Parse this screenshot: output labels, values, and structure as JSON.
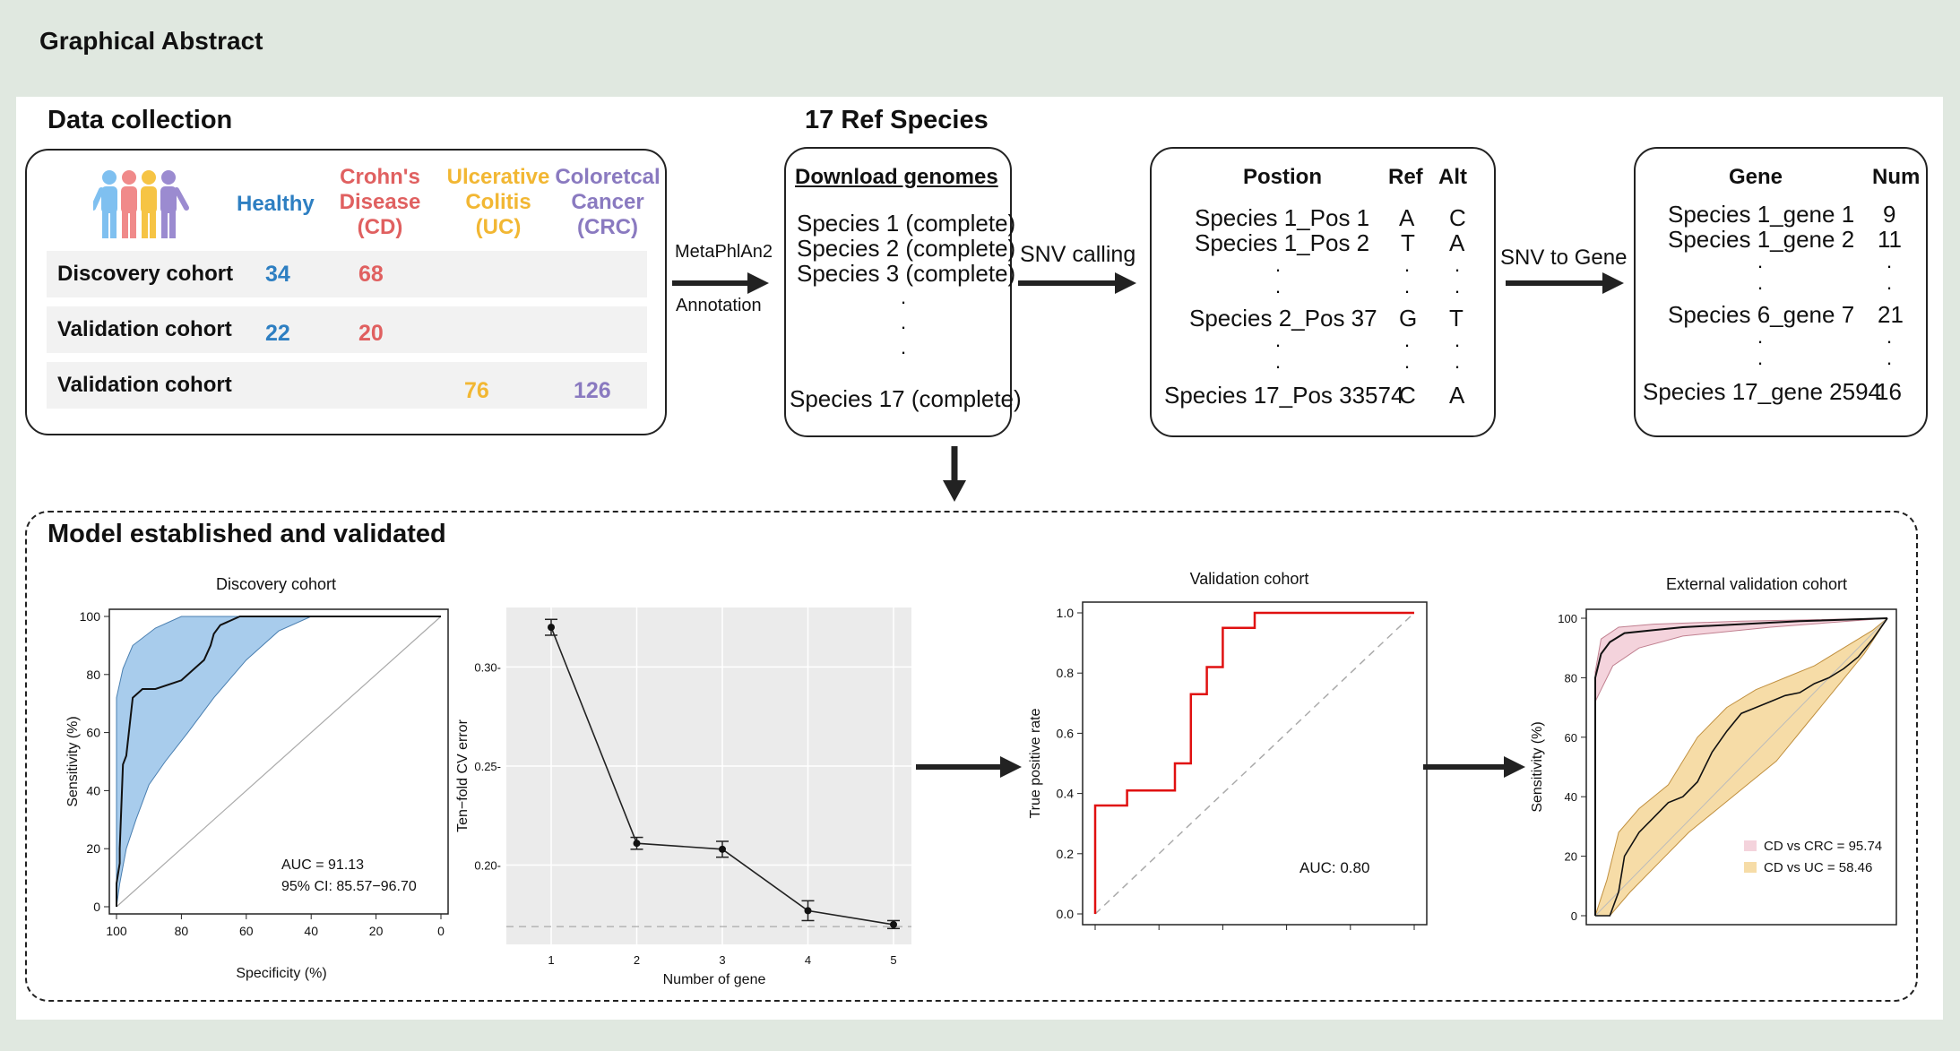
{
  "header": "Graphical Abstract",
  "colors": {
    "healthy": "#2e7fc2",
    "cd": "#e06060",
    "uc": "#f2b733",
    "crc": "#8a7ac0",
    "arrow": "#222",
    "roc_fill": "#a8ccec",
    "roc_red": "#e01010",
    "pink_fill": "#f4d3dc",
    "orange_fill": "#f6dca7"
  },
  "data_collection": {
    "title": "Data collection",
    "icon": "people-icon",
    "columns": [
      {
        "lines": [
          "Healthy"
        ]
      },
      {
        "lines": [
          "Crohn's",
          "Disease",
          "(CD)"
        ]
      },
      {
        "lines": [
          "Ulcerative",
          "Colitis",
          "(UC)"
        ]
      },
      {
        "lines": [
          "Coloretcal",
          "Cancer",
          "(CRC)"
        ]
      }
    ],
    "rows": [
      {
        "label": "Discovery cohort",
        "healthy": "34",
        "cd": "68",
        "uc": "",
        "crc": ""
      },
      {
        "label": "Validation cohort",
        "healthy": "22",
        "cd": "20",
        "uc": "",
        "crc": ""
      },
      {
        "label": "Validation cohort",
        "healthy": "",
        "cd": "",
        "uc": "76",
        "crc": "126"
      }
    ]
  },
  "arrow1": {
    "top": "MetaPhlAn2",
    "bottom": "Annotation"
  },
  "ref_species": {
    "title": "17 Ref Species",
    "heading": "Download genomes",
    "items": [
      "Species 1 (complete)",
      "Species 2 (complete)",
      "Species 3 (complete)",
      "Species 17 (complete)"
    ]
  },
  "arrow2": "SNV calling",
  "snv_table": {
    "headers": [
      "Postion",
      "Ref",
      "Alt"
    ],
    "rows": [
      {
        "pos": "Species 1_Pos 1",
        "ref": "A",
        "alt": "C"
      },
      {
        "pos": "Species 1_Pos 2",
        "ref": "T",
        "alt": "A"
      },
      {
        "pos": "Species 2_Pos 37",
        "ref": "G",
        "alt": "T"
      },
      {
        "pos": "Species 17_Pos 33574",
        "ref": "C",
        "alt": "A"
      }
    ]
  },
  "arrow3": "SNV to Gene",
  "gene_table": {
    "headers": [
      "Gene",
      "Num"
    ],
    "rows": [
      {
        "gene": "Species 1_gene 1",
        "num": "9"
      },
      {
        "gene": "Species 1_gene 2",
        "num": "11"
      },
      {
        "gene": "Species 6_gene 7",
        "num": "21"
      },
      {
        "gene": "Species 17_gene 2594",
        "num": "16"
      }
    ]
  },
  "model_section": {
    "title": "Model established and validated"
  },
  "chart_data": [
    {
      "type": "line",
      "title": "Discovery cohort",
      "xlabel": "Specificity (%)",
      "ylabel": "Sensitivity (%)",
      "xlim": [
        100,
        0
      ],
      "ylim": [
        0,
        100
      ],
      "xticks": [
        "100",
        "80",
        "60",
        "40",
        "20",
        "0"
      ],
      "yticks": [
        "0",
        "20",
        "40",
        "60",
        "80",
        "100"
      ],
      "series": [
        {
          "x": [
            100,
            100,
            99,
            99,
            98,
            97,
            96,
            95,
            92,
            88,
            80,
            76,
            73,
            71,
            70,
            68,
            62,
            60,
            0
          ],
          "y": [
            0,
            8,
            15,
            20,
            49,
            52,
            62,
            72,
            75,
            75,
            78,
            82,
            85,
            90,
            94,
            97,
            100,
            100,
            100
          ]
        }
      ],
      "annotations": [
        "AUC = 91.13",
        "95% CI: 85.57−96.70"
      ]
    },
    {
      "type": "line",
      "title": "",
      "xlabel": "Number of gene",
      "ylabel": "Ten−fold CV error",
      "x": [
        1,
        2,
        3,
        4,
        5
      ],
      "xticks": [
        "1",
        "2",
        "3",
        "4",
        "5"
      ],
      "yticks": [
        "0.20",
        "0.25",
        "0.30"
      ],
      "ylim": [
        0.16,
        0.33
      ],
      "series": [
        {
          "values": [
            0.32,
            0.211,
            0.208,
            0.177,
            0.17
          ],
          "errors": [
            0.004,
            0.003,
            0.004,
            0.005,
            0.002
          ]
        }
      ],
      "reference_line": 0.169
    },
    {
      "type": "line",
      "title": "Validation cohort",
      "xlabel": "",
      "ylabel": "True positive rate",
      "xlim": [
        0,
        1
      ],
      "ylim": [
        0,
        1
      ],
      "yticks": [
        "0.0",
        "0.2",
        "0.4",
        "0.6",
        "0.8",
        "1.0"
      ],
      "series": [
        {
          "x": [
            0,
            0,
            0.1,
            0.1,
            0.25,
            0.25,
            0.3,
            0.3,
            0.35,
            0.35,
            0.4,
            0.4,
            0.5,
            0.5,
            1.0
          ],
          "y": [
            0,
            0.36,
            0.36,
            0.41,
            0.41,
            0.5,
            0.5,
            0.73,
            0.73,
            0.82,
            0.82,
            0.95,
            0.95,
            1.0,
            1.0
          ]
        }
      ],
      "annotations": [
        "AUC: 0.80"
      ]
    },
    {
      "type": "line",
      "title": "External validation cohort",
      "xlabel": "",
      "ylabel": "Sensitivity (%)",
      "ylim": [
        0,
        100
      ],
      "yticks": [
        "0",
        "20",
        "40",
        "60",
        "80",
        "100"
      ],
      "series": [
        {
          "name": "CD vs CRC = 95.74",
          "x": [
            0,
            0,
            2,
            5,
            10,
            20,
            30,
            50,
            70,
            100
          ],
          "y": [
            0,
            80,
            88,
            92,
            95,
            96,
            97,
            98,
            99,
            100
          ]
        },
        {
          "name": "CD vs UC = 58.46",
          "x": [
            0,
            5,
            8,
            10,
            15,
            20,
            25,
            30,
            35,
            40,
            45,
            50,
            55,
            60,
            65,
            70,
            75,
            80,
            85,
            90,
            95,
            100
          ],
          "y": [
            0,
            0,
            8,
            20,
            28,
            33,
            38,
            40,
            45,
            55,
            62,
            68,
            70,
            72,
            74,
            75,
            78,
            80,
            83,
            87,
            93,
            100
          ]
        }
      ]
    }
  ]
}
